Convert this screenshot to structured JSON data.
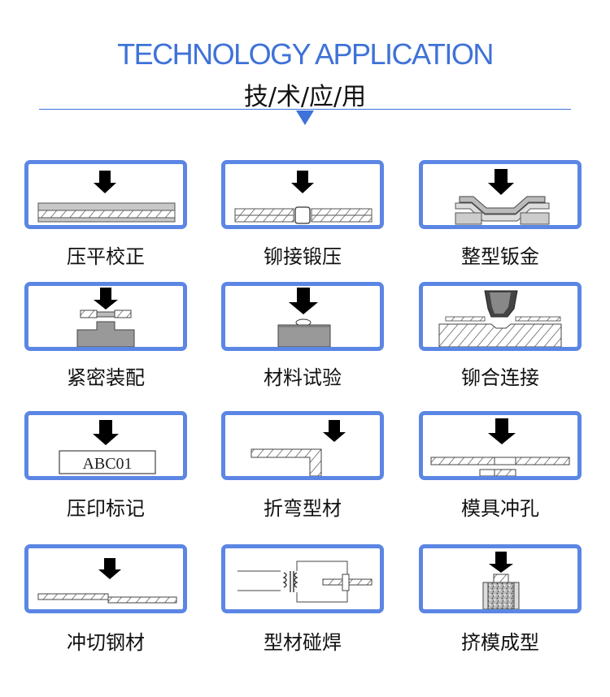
{
  "header": {
    "title_en": "TECHNOLOGY APPLICATION",
    "title_cn": "技/术/应/用"
  },
  "applications": [
    {
      "label": "压平校正",
      "icon": "flatten-correction-icon"
    },
    {
      "label": "铆接锻压",
      "icon": "rivet-forging-icon"
    },
    {
      "label": "整型钣金",
      "icon": "sheet-metal-shaping-icon"
    },
    {
      "label": "紧密装配",
      "icon": "tight-assembly-icon"
    },
    {
      "label": "材料试验",
      "icon": "material-test-icon"
    },
    {
      "label": "铆合连接",
      "icon": "rivet-joint-icon"
    },
    {
      "label": "压印标记",
      "icon": "imprint-marking-icon",
      "stamp_text": "ABC01"
    },
    {
      "label": "折弯型材",
      "icon": "profile-bending-icon"
    },
    {
      "label": "模具冲孔",
      "icon": "die-punching-icon"
    },
    {
      "label": "冲切钢材",
      "icon": "steel-cutting-icon"
    },
    {
      "label": "型材碰焊",
      "icon": "profile-butt-welding-icon"
    },
    {
      "label": "挤模成型",
      "icon": "extrusion-molding-icon"
    }
  ],
  "colors": {
    "accent": "#3e72d8",
    "card_border": "#5b86e4"
  }
}
